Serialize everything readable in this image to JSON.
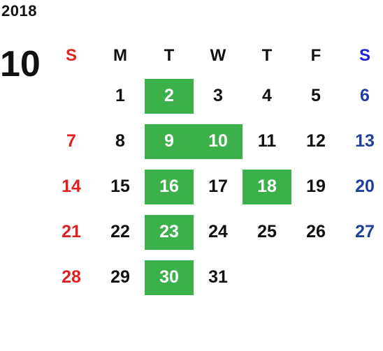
{
  "year": "2018",
  "month": "10",
  "weekdays": [
    "S",
    "M",
    "T",
    "W",
    "T",
    "F",
    "S"
  ],
  "weeks": [
    [
      "",
      "1",
      "2",
      "3",
      "4",
      "5",
      "6"
    ],
    [
      "7",
      "8",
      "9",
      "10",
      "11",
      "12",
      "13"
    ],
    [
      "14",
      "15",
      "16",
      "17",
      "18",
      "19",
      "20"
    ],
    [
      "21",
      "22",
      "23",
      "24",
      "25",
      "26",
      "27"
    ],
    [
      "28",
      "29",
      "30",
      "31",
      "",
      "",
      ""
    ]
  ],
  "highlighted_days": [
    "2",
    "9",
    "10",
    "16",
    "18",
    "23",
    "30"
  ],
  "colors": {
    "sunday": "#e02020",
    "saturday_header": "#1a22d6",
    "saturday": "#1f3f9a",
    "highlight": "#3cb04a"
  }
}
